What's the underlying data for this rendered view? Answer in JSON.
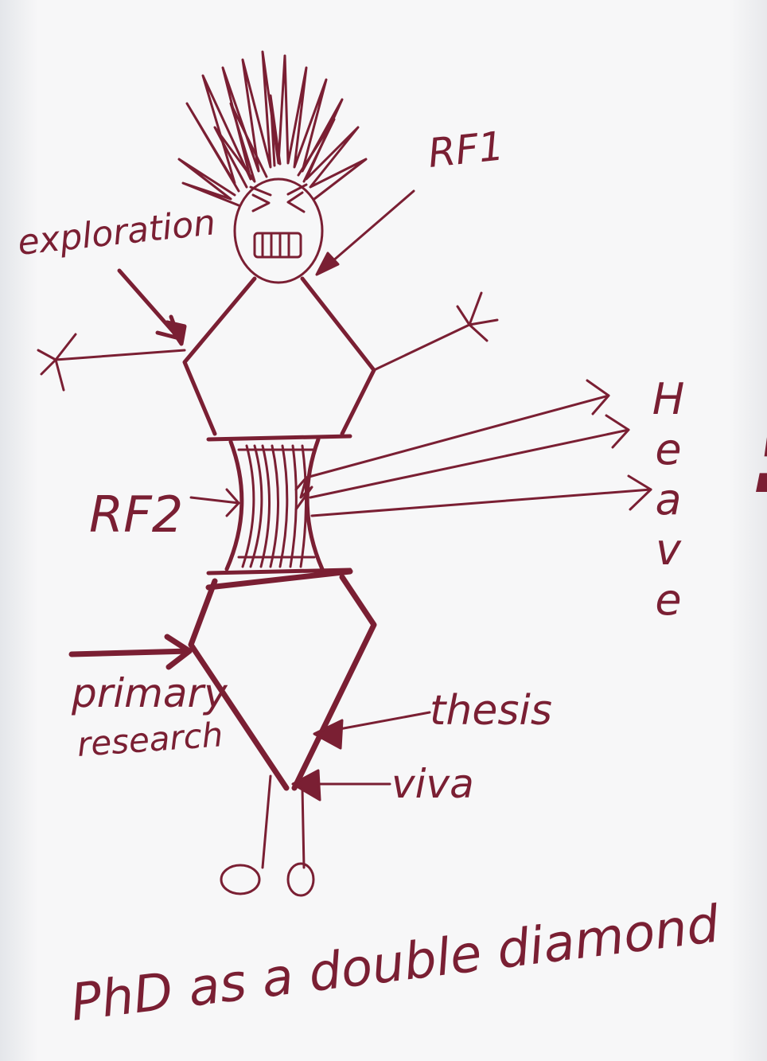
{
  "labels": {
    "exploration": "exploration",
    "rf1": "RF1",
    "rf2": "RF2",
    "heave": "Heave",
    "heave_exclaim": "!",
    "primary": "primary",
    "research": "research",
    "thesis": "thesis",
    "viva": "viva",
    "caption": "PhD as a double diamond"
  },
  "colors": {
    "ink": "#7a1f33",
    "paper_edge": "#e9eaee"
  }
}
